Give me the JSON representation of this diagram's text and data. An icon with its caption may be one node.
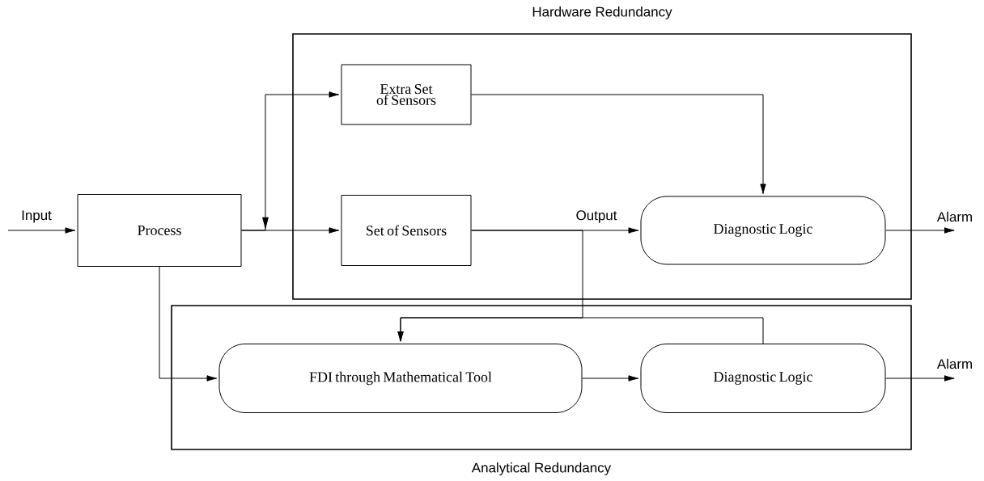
{
  "diagram": {
    "nodes": [
      {
        "text": [
          "Hardware Redundancy"
        ]
      },
      {
        "text": [
          "Extra Set of Sensors"
        ],
        "in": 0
      },
      {
        "text": [
          "Process"
        ]
      },
      {
        "text": [
          "Set of Sensors"
        ],
        "in": 0
      },
      {
        "text": [
          "Diagnostic Logic"
        ],
        "in": 0
      },
      {
        "text": [
          "Analytical Redundancy"
        ]
      },
      {
        "text": [
          "FDI through Mathematical Tool"
        ],
        "in": 5
      },
      {
        "text": [
          "Diagnostic Logic"
        ],
        "in": 5
      }
    ],
    "edges": [
      {
        "from": null,
        "to": 2,
        "arrow": "to",
        "label": "Input"
      },
      {
        "from": 2,
        "to": 3,
        "arrow": "to"
      },
      {
        "from": 2,
        "to": 1,
        "arrow": "to"
      },
      {
        "from": 1,
        "to": 4,
        "arrow": "to"
      },
      {
        "from": 3,
        "to": 4,
        "arrow": "to",
        "label": "Output"
      },
      {
        "from": 3,
        "to": 6,
        "arrow": "to"
      },
      {
        "from": 7,
        "to": 6,
        "arrow": "to"
      },
      {
        "from": 2,
        "to": 6,
        "arrow": "to"
      },
      {
        "from": 6,
        "to": 7,
        "arrow": "to"
      },
      {
        "from": 4,
        "to": null,
        "arrow": "to",
        "label": "Alarm"
      },
      {
        "from": 7,
        "to": null,
        "arrow": "to",
        "label": "Alarm"
      }
    ]
  }
}
